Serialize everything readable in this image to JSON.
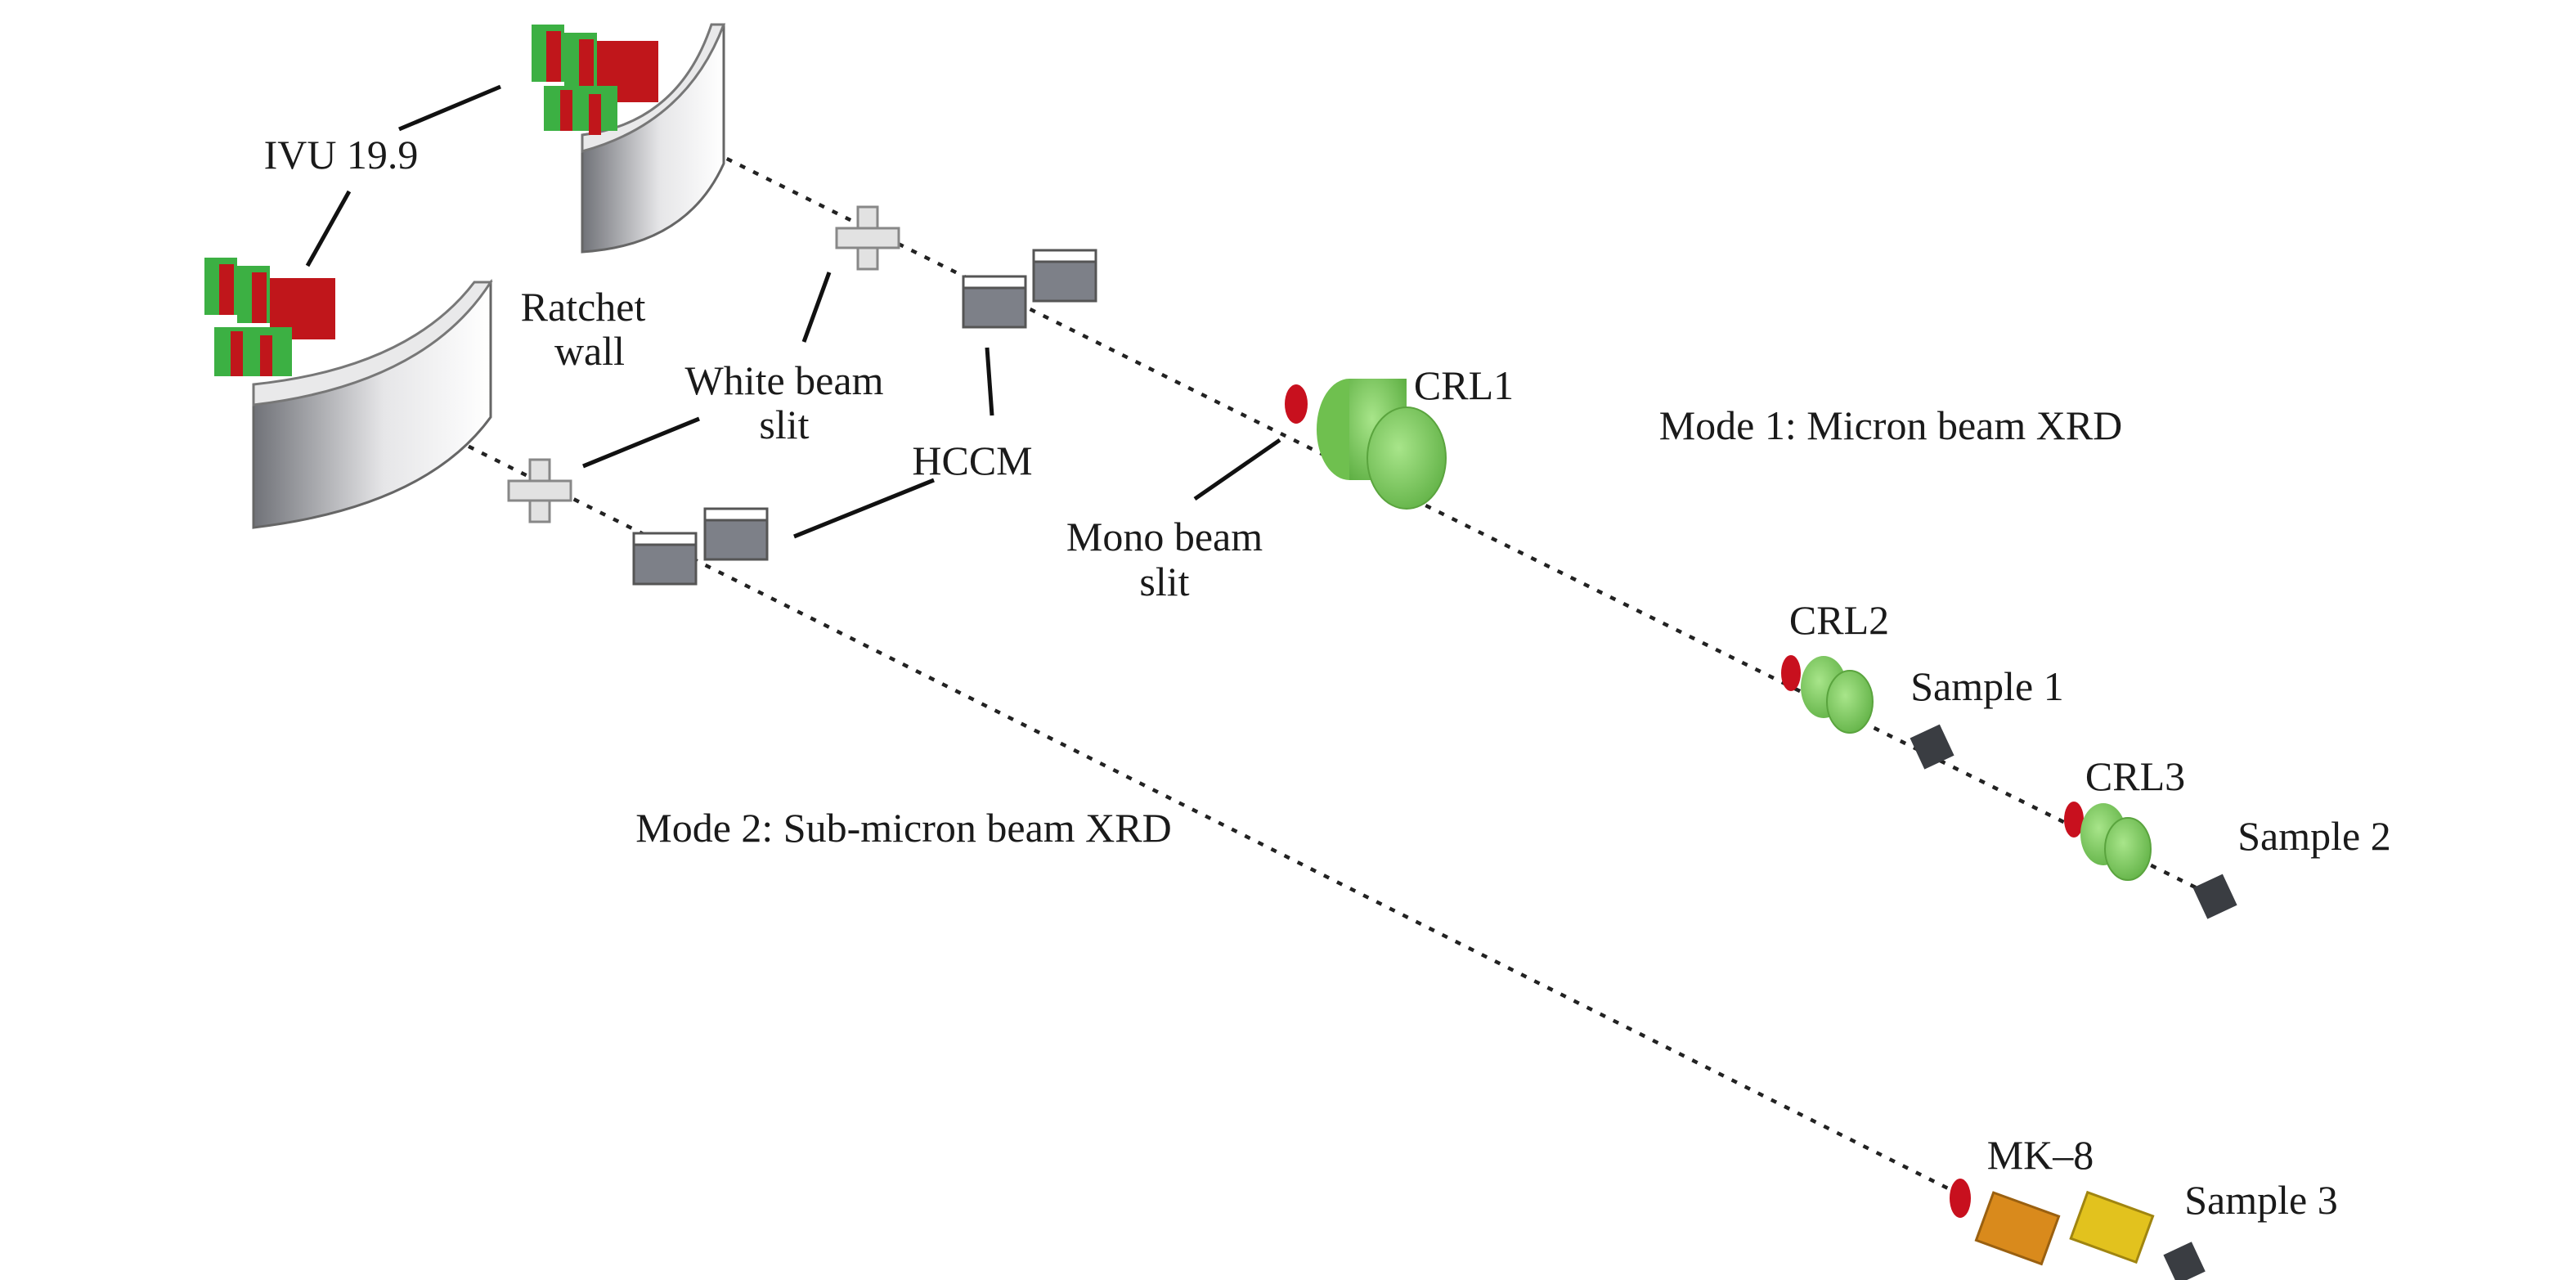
{
  "labels": {
    "ivu": "IVU 19.9",
    "ratchet_line1": "Ratchet",
    "ratchet_line2": "wall",
    "white_slit_line1": "White beam",
    "white_slit_line2": "slit",
    "hccm": "HCCM",
    "crl1": "CRL1",
    "mono_slit_line1": "Mono beam",
    "mono_slit_line2": "slit",
    "mode1": "Mode 1: Micron beam XRD",
    "crl2": "CRL2",
    "sample1": "Sample 1",
    "crl3": "CRL3",
    "sample2": "Sample 2",
    "mode2": "Mode 2: Sub-micron beam XRD",
    "mk8": "MK–8",
    "sample3": "Sample 3"
  },
  "colors": {
    "undulator_green": "#3cb043",
    "undulator_red": "#c0161b",
    "crl_green": "#7ccf5a",
    "aperture_red": "#c8101e",
    "mirror_orange": "#d98a1c",
    "mirror_yellow": "#e2c21e",
    "sample_dark": "#3a3d42",
    "hccm_gray": "#7d8088"
  }
}
